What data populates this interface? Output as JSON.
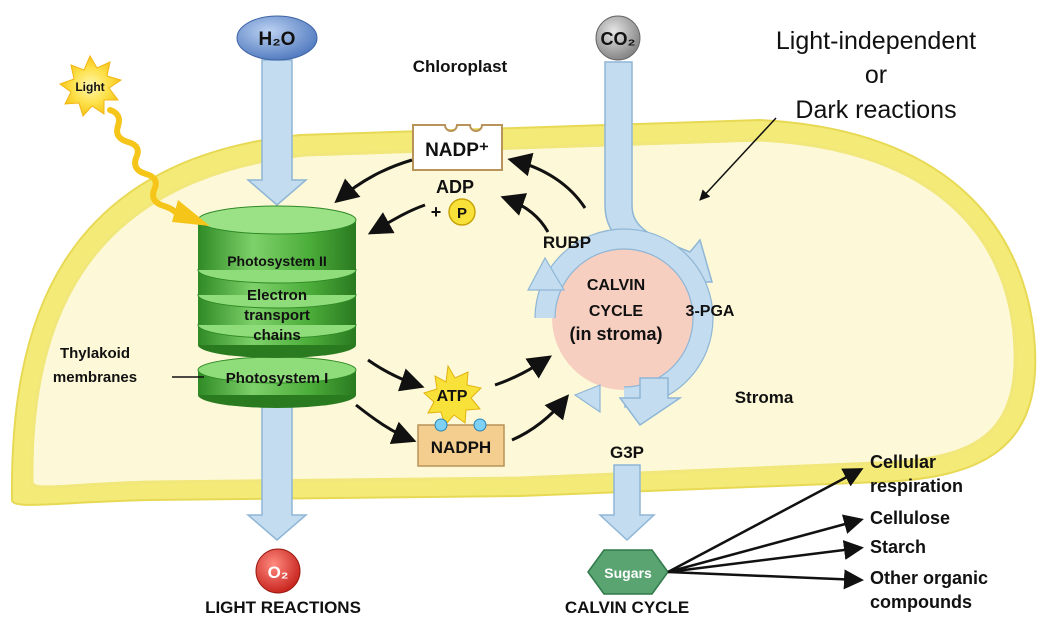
{
  "labels": {
    "h2o": "H₂O",
    "co2": "CO₂",
    "o2": "O₂",
    "light": "Light",
    "chloroplast": "Chloroplast",
    "light_independent_1": "Light-independent",
    "light_independent_2": "or",
    "light_independent_3": "Dark reactions",
    "nadp_plus": "NADP⁺",
    "adp": "ADP",
    "plus": "+",
    "p": "P",
    "rubp": "RUBP",
    "calvin_1": "CALVIN",
    "calvin_2": "CYCLE",
    "calvin_3": "(in stroma)",
    "pga": "3-PGA",
    "photosystem_ii": "Photosystem II",
    "etc_1": "Electron",
    "etc_2": "transport",
    "etc_3": "chains",
    "photosystem_i": "Photosystem I",
    "thylakoid_1": "Thylakoid",
    "thylakoid_2": "membranes",
    "atp": "ATP",
    "nadph": "NADPH",
    "stroma": "Stroma",
    "g3p": "G3P",
    "sugars": "Sugars",
    "light_reactions": "LIGHT REACTIONS",
    "calvin_cycle": "CALVIN CYCLE",
    "cellular_respiration_1": "Cellular",
    "cellular_respiration_2": "respiration",
    "cellulose": "Cellulose",
    "starch": "Starch",
    "other_1": "Other organic",
    "other_2": "compounds"
  },
  "colors": {
    "membrane_yellow": "#f7ee8c",
    "stroma_fill": "#fdf8cf",
    "flow_blue": "#c3dcef",
    "flow_blue_edge": "#8fb6d6",
    "thylakoid_green": "#4cae3a",
    "calvin_pink": "#f7cfc0",
    "o2_red": "#d9302a",
    "h2o_blue": "#5e86c8",
    "co2_gray": "#9a9a9a",
    "atp_yellow": "#f8e23a",
    "nadph_tan": "#f4ce8e",
    "sugar_green": "#5aa472"
  }
}
